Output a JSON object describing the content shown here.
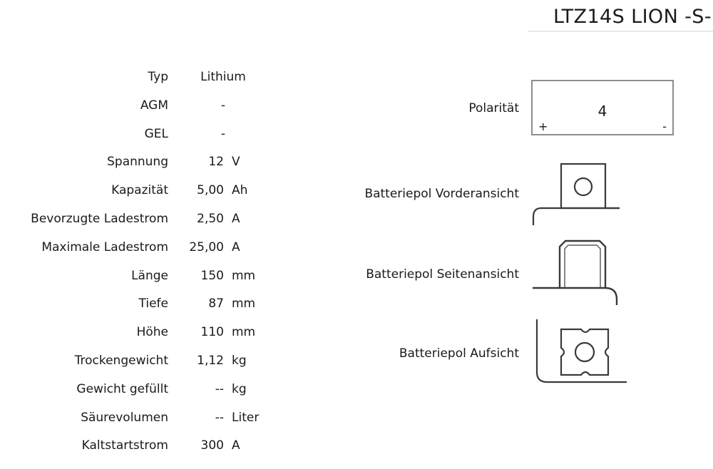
{
  "header": {
    "product_title": "LTZ14S LION -S-"
  },
  "spec_table": {
    "rows": [
      {
        "label": "Typ",
        "value": "Lithium",
        "unit": "",
        "span": true
      },
      {
        "label": "AGM",
        "value": "-",
        "unit": "",
        "span": true
      },
      {
        "label": "GEL",
        "value": "-",
        "unit": "",
        "span": true
      },
      {
        "label": "Spannung",
        "value": "12",
        "unit": "V",
        "span": false
      },
      {
        "label": "Kapazität",
        "value": "5,00",
        "unit": "Ah",
        "span": false
      },
      {
        "label": "Bevorzugte Ladestrom",
        "value": "2,50",
        "unit": "A",
        "span": false
      },
      {
        "label": "Maximale Ladestrom",
        "value": "25,00",
        "unit": "A",
        "span": false
      },
      {
        "label": "Länge",
        "value": "150",
        "unit": "mm",
        "span": false
      },
      {
        "label": "Tiefe",
        "value": "87",
        "unit": "mm",
        "span": false
      },
      {
        "label": "Höhe",
        "value": "110",
        "unit": "mm",
        "span": false
      },
      {
        "label": "Trockengewicht",
        "value": "1,12",
        "unit": "kg",
        "span": false
      },
      {
        "label": "Gewicht gefüllt",
        "value": "--",
        "unit": "kg",
        "span": false
      },
      {
        "label": "Säurevolumen",
        "value": "--",
        "unit": "Liter",
        "span": false
      },
      {
        "label": "Kaltstartstrom",
        "value": "300",
        "unit": "A",
        "span": false
      }
    ]
  },
  "diagrams": {
    "polarity": {
      "label": "Polarität",
      "code": "4",
      "positive_marker": "+",
      "negative_marker": "-"
    },
    "terminal_front": {
      "label": "Batteriepol Vorderansicht",
      "icon": "terminal-front-view-icon"
    },
    "terminal_side": {
      "label": "Batteriepol Seitenansicht",
      "icon": "terminal-side-view-icon"
    },
    "terminal_top": {
      "label": "Batteriepol Aufsicht",
      "icon": "terminal-top-view-icon"
    }
  },
  "colors": {
    "text": "#1a1a1a",
    "line_art": "#3a3a3a",
    "box_border": "#8d8d8d",
    "title_rule": "#e8e8e8",
    "background": "#ffffff"
  }
}
